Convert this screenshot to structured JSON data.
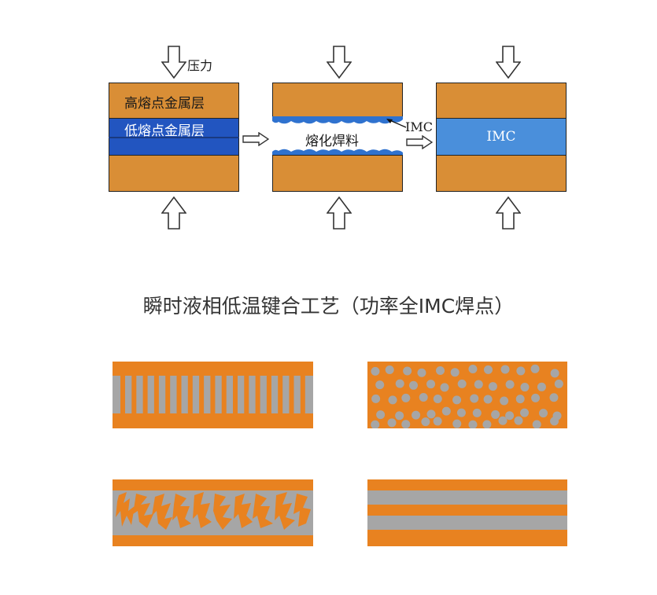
{
  "diagram": {
    "pressure_label": "压力",
    "high_melt_label": "高熔点金属层",
    "low_melt_label": "低熔点金属层",
    "molten_label": "熔化焊料",
    "imc_arrow_label": "IMC",
    "imc_block_label": "IMC"
  },
  "caption": "瞬时液相低温键合工艺（功率全IMC焊点）",
  "colors": {
    "copper": "#d98e36",
    "blue_dark": "#2255c0",
    "blue_light": "#4a8fdb",
    "orange": "#e88220",
    "gray": "#a6a6a6"
  },
  "icons": [
    "down-arrow-icon",
    "up-arrow-icon",
    "right-arrow-icon"
  ]
}
